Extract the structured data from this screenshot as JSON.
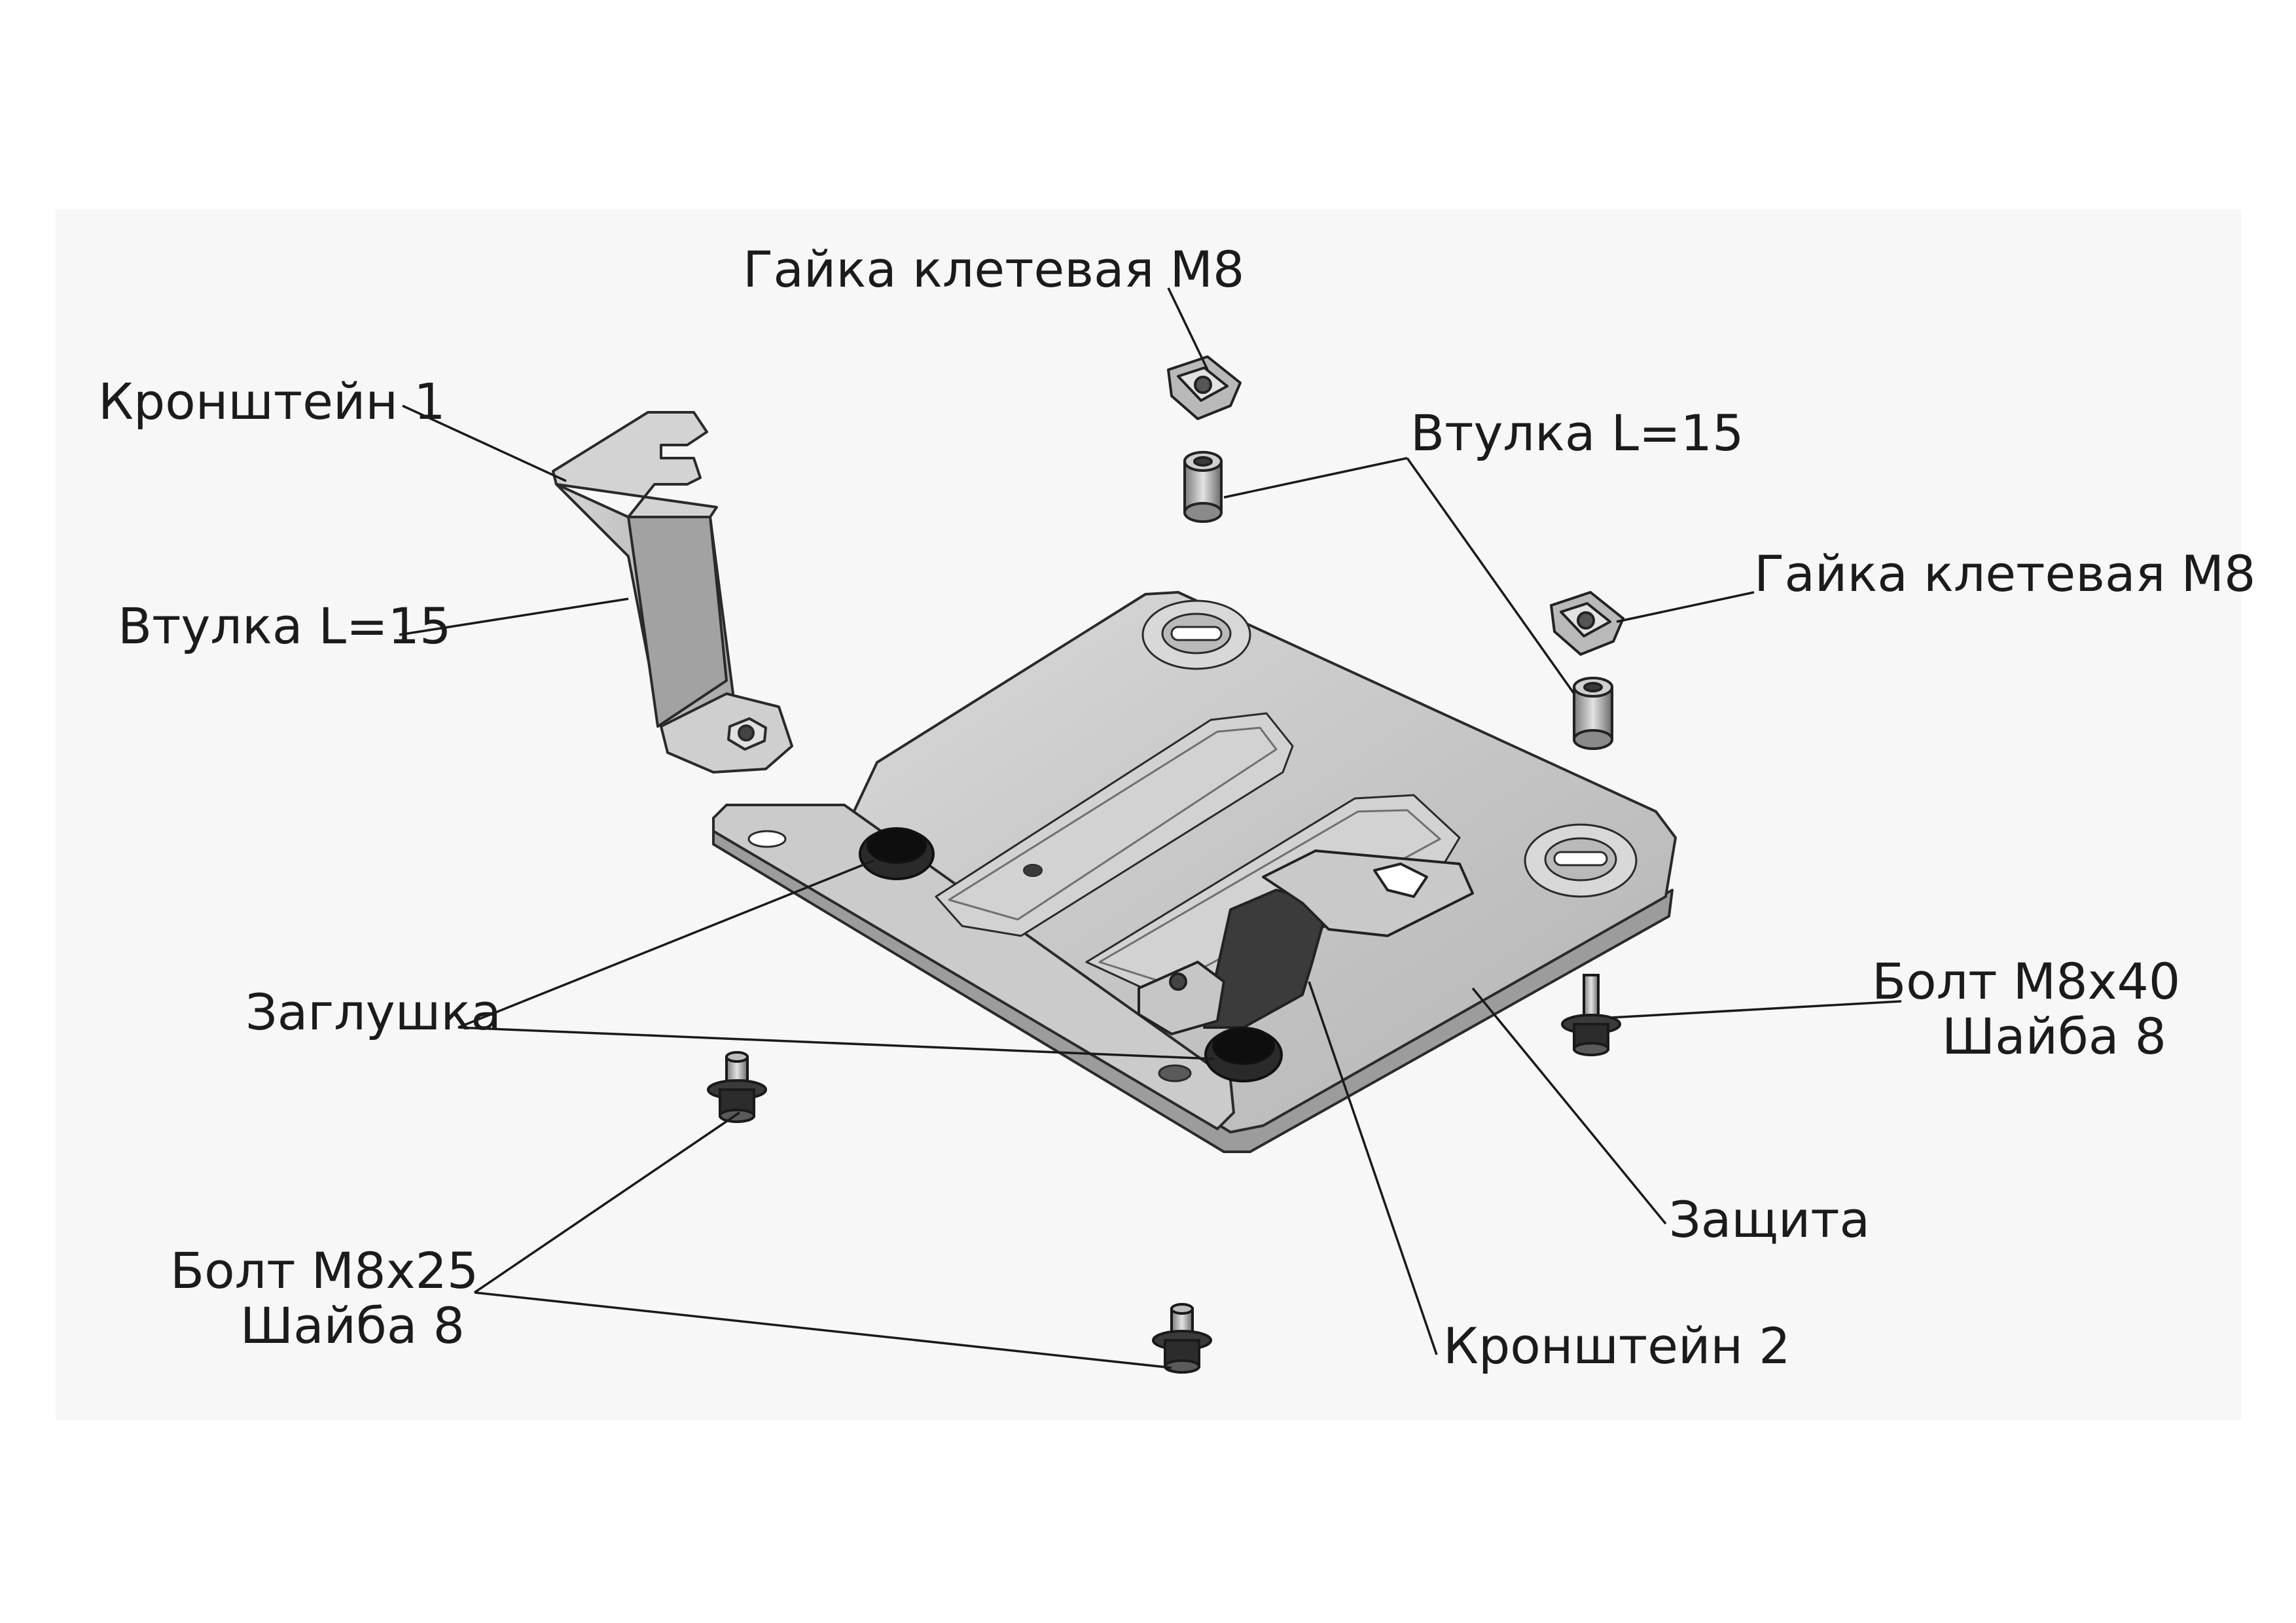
{
  "labels": {
    "gayka_top": "Гайка клетевая М8",
    "kronshtein1": "Кронштейн 1",
    "vtulka_left": "Втулка L=15",
    "vtulka_right": "Втулка L=15",
    "gayka_right": "Гайка клетевая М8",
    "zaglushka": "Заглушка",
    "bolt_m8x40": "Болт М8х40",
    "shaiba_right": "Шайба 8",
    "zashchita": "Защита",
    "kronshtein2": "Кронштейн 2",
    "bolt_m8x25": "Болт М8х25",
    "shaiba_left": "Шайба 8"
  }
}
